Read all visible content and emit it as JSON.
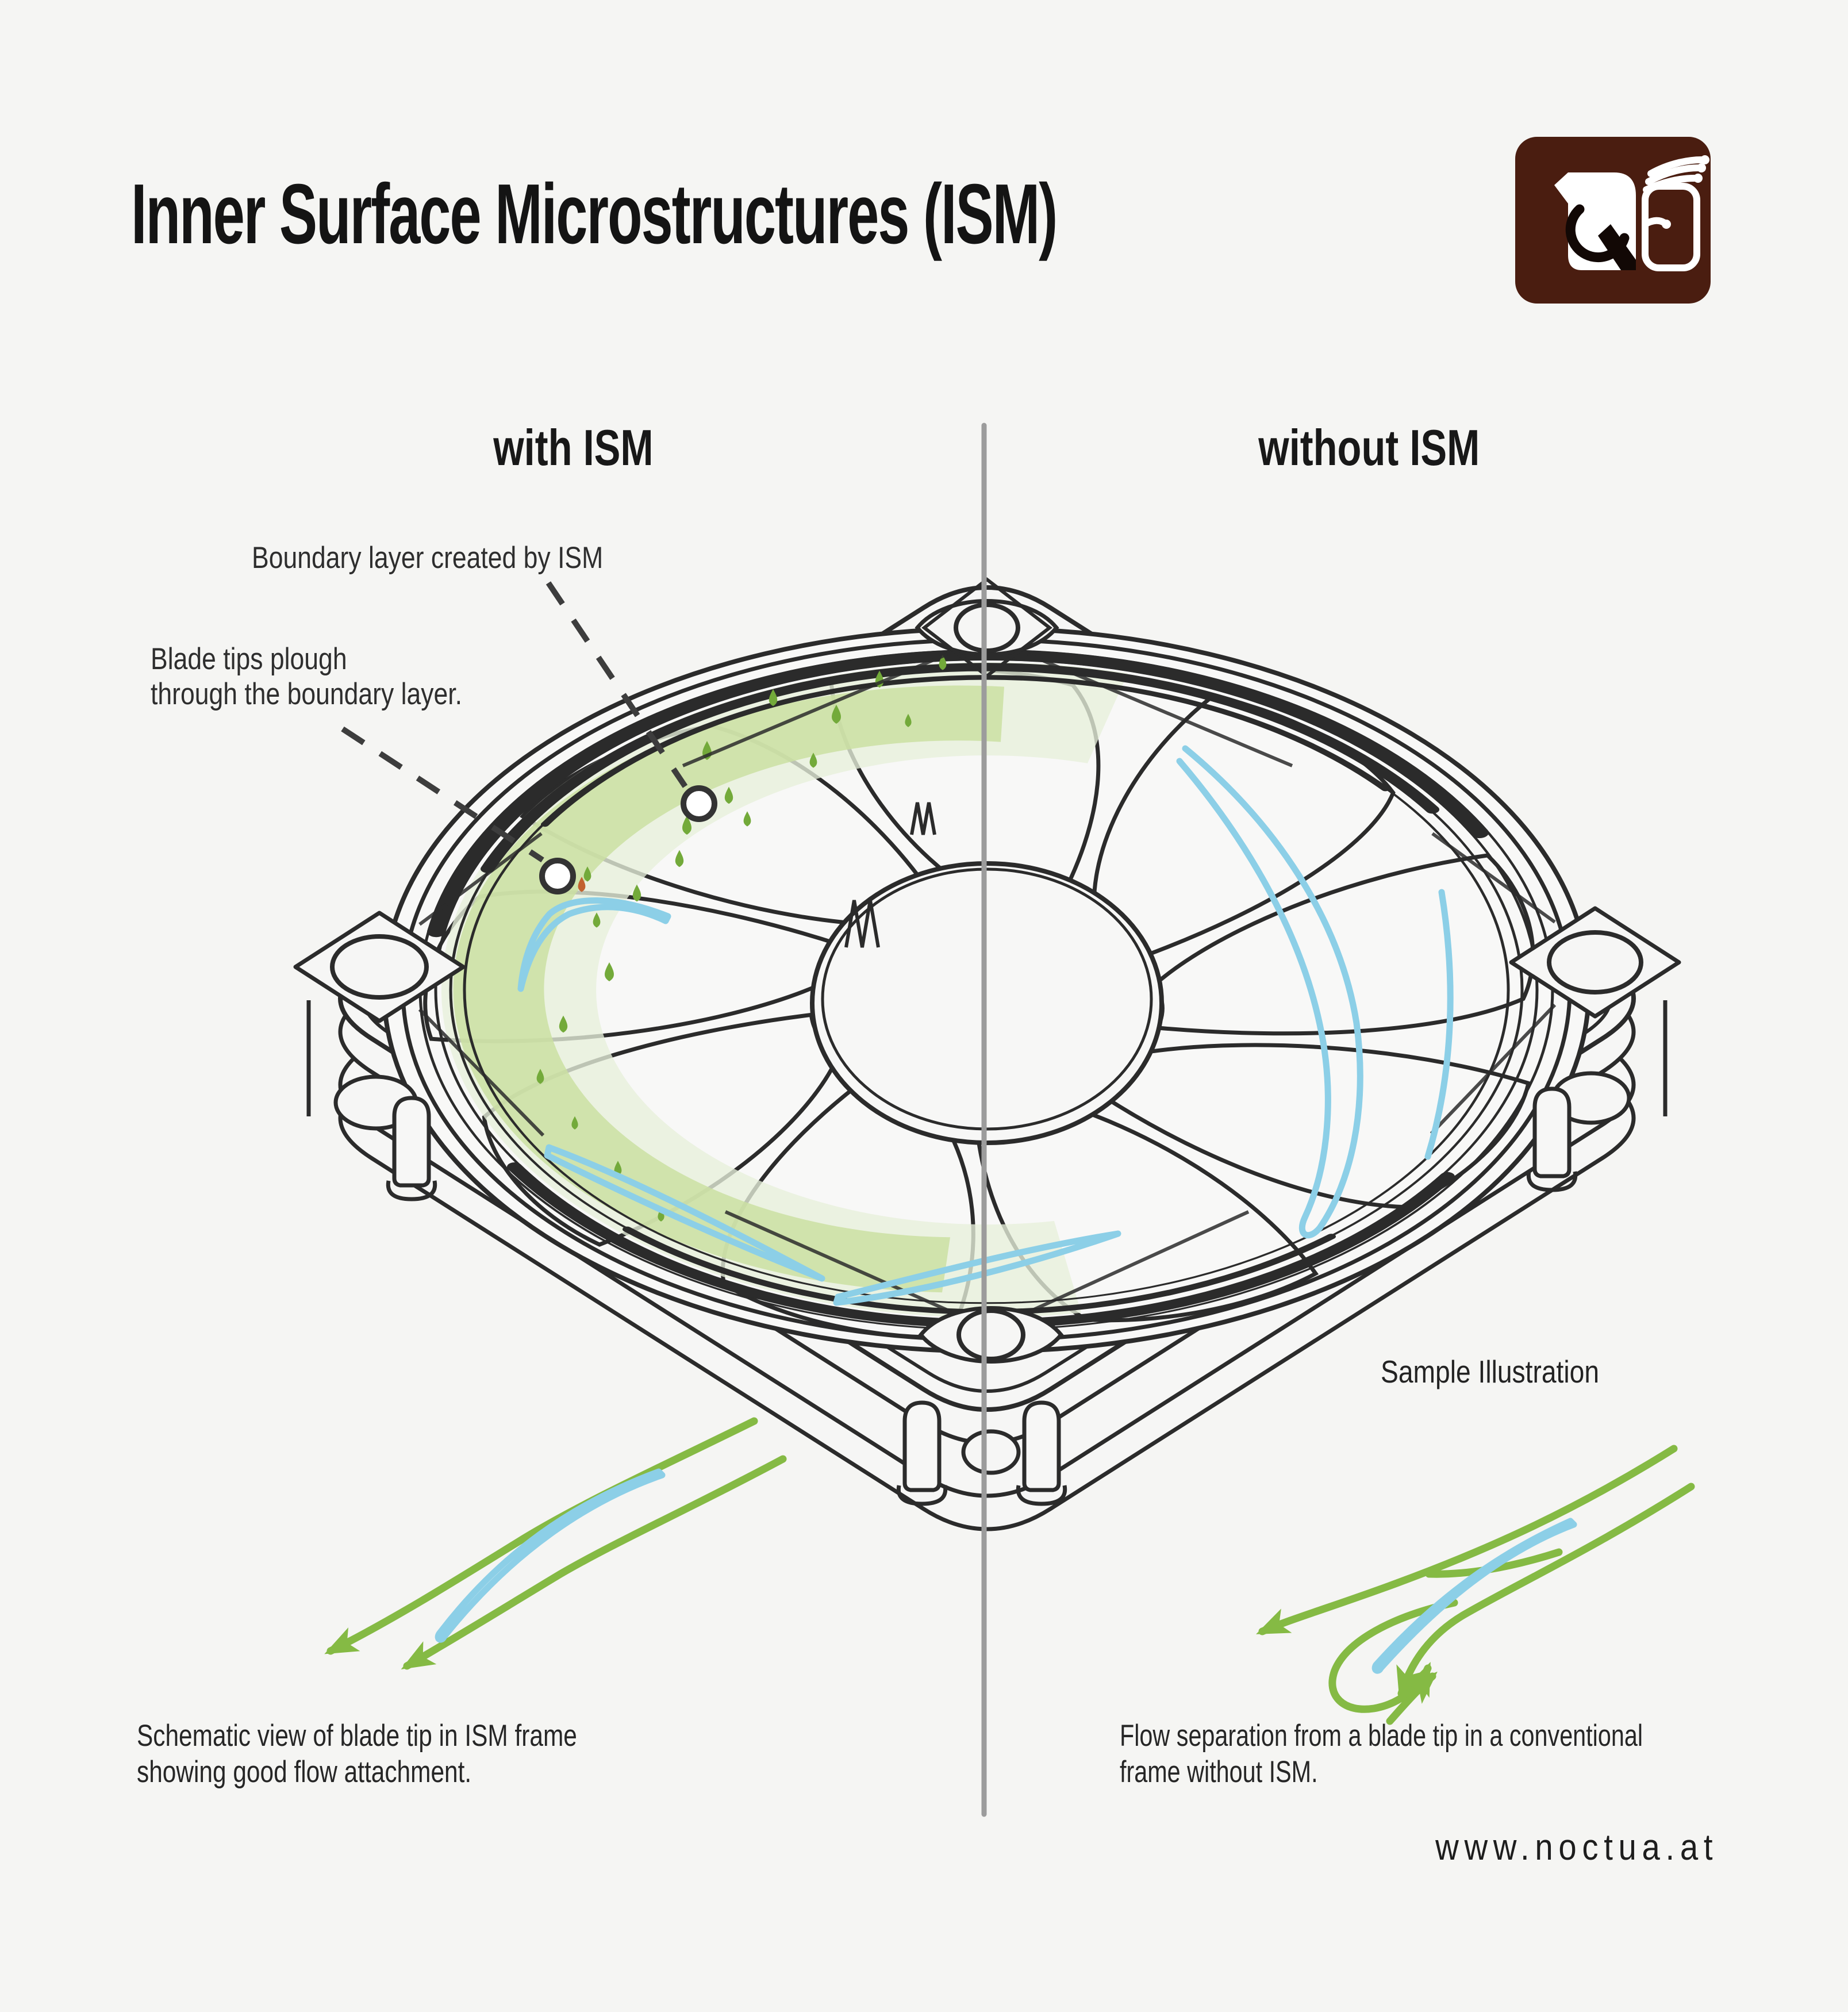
{
  "header": {
    "title": "Inner Surface Microstructures (ISM)"
  },
  "logo": {
    "label": "noctua-logo"
  },
  "comparison": {
    "left_label": "with ISM",
    "right_label": "without ISM",
    "annotation_boundary": "Boundary layer created by ISM",
    "annotation_blade_line1": "Blade tips plough",
    "annotation_blade_line2": "through the boundary layer.",
    "sample_note": "Sample Illustration"
  },
  "captions": {
    "with_ism_line1": "Schematic view of blade tip in ISM frame",
    "with_ism_line2": "showing good flow attachment.",
    "without_ism_line1": "Flow separation from a blade tip in a conventional",
    "without_ism_line2": "frame without ISM."
  },
  "footer": {
    "website": "www.noctua.at"
  },
  "colors": {
    "background": "#f5f5f3",
    "line_art": "#2b2b2b",
    "divider_gray": "#9c9c9c",
    "flow_green": "#85ba44",
    "band_pale_green": "#e7efdb",
    "band_mid_green": "#cbe0a2",
    "droplet_green": "#73aa3a",
    "droplet_orange": "#c2622f",
    "blade_tip_blue": "#8ccfe7",
    "logo_brown": "#4a1d10"
  }
}
